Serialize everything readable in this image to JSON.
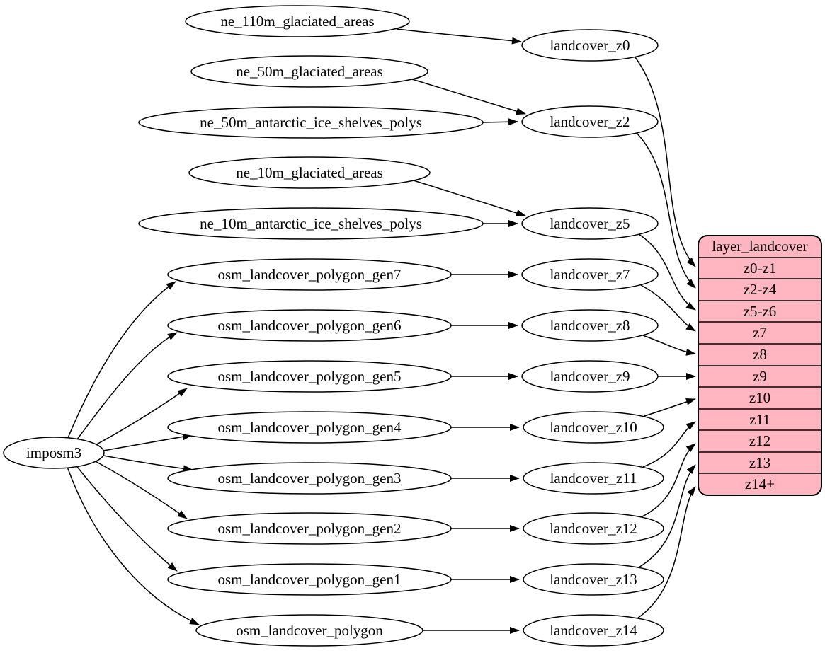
{
  "diagram_type": "dependency-graph",
  "colors": {
    "background": "#ffffff",
    "node_fill": "#ffffff",
    "node_stroke": "#000000",
    "edge": "#000000",
    "record_fill": "#ffb6c1",
    "text": "#000000"
  },
  "nodes": {
    "root": {
      "label": "imposm3"
    },
    "sources": [
      {
        "label": "ne_110m_glaciated_areas"
      },
      {
        "label": "ne_50m_glaciated_areas"
      },
      {
        "label": "ne_50m_antarctic_ice_shelves_polys"
      },
      {
        "label": "ne_10m_glaciated_areas"
      },
      {
        "label": "ne_10m_antarctic_ice_shelves_polys"
      },
      {
        "label": "osm_landcover_polygon_gen7"
      },
      {
        "label": "osm_landcover_polygon_gen6"
      },
      {
        "label": "osm_landcover_polygon_gen5"
      },
      {
        "label": "osm_landcover_polygon_gen4"
      },
      {
        "label": "osm_landcover_polygon_gen3"
      },
      {
        "label": "osm_landcover_polygon_gen2"
      },
      {
        "label": "osm_landcover_polygon_gen1"
      },
      {
        "label": "osm_landcover_polygon"
      }
    ],
    "intermediates": [
      {
        "label": "landcover_z0"
      },
      {
        "label": "landcover_z2"
      },
      {
        "label": "landcover_z5"
      },
      {
        "label": "landcover_z7"
      },
      {
        "label": "landcover_z8"
      },
      {
        "label": "landcover_z9"
      },
      {
        "label": "landcover_z10"
      },
      {
        "label": "landcover_z11"
      },
      {
        "label": "landcover_z12"
      },
      {
        "label": "landcover_z13"
      },
      {
        "label": "landcover_z14"
      }
    ],
    "record": {
      "title": "layer_landcover",
      "rows": [
        {
          "label": "z0-z1"
        },
        {
          "label": "z2-z4"
        },
        {
          "label": "z5-z6"
        },
        {
          "label": "z7"
        },
        {
          "label": "z8"
        },
        {
          "label": "z9"
        },
        {
          "label": "z10"
        },
        {
          "label": "z11"
        },
        {
          "label": "z12"
        },
        {
          "label": "z13"
        },
        {
          "label": "z14+"
        }
      ]
    }
  },
  "edges": [
    {
      "from": "imposm3",
      "to": "osm_landcover_polygon_gen7"
    },
    {
      "from": "imposm3",
      "to": "osm_landcover_polygon_gen6"
    },
    {
      "from": "imposm3",
      "to": "osm_landcover_polygon_gen5"
    },
    {
      "from": "imposm3",
      "to": "osm_landcover_polygon_gen4"
    },
    {
      "from": "imposm3",
      "to": "osm_landcover_polygon_gen3"
    },
    {
      "from": "imposm3",
      "to": "osm_landcover_polygon_gen2"
    },
    {
      "from": "imposm3",
      "to": "osm_landcover_polygon_gen1"
    },
    {
      "from": "imposm3",
      "to": "osm_landcover_polygon"
    },
    {
      "from": "ne_110m_glaciated_areas",
      "to": "landcover_z0"
    },
    {
      "from": "ne_50m_glaciated_areas",
      "to": "landcover_z2"
    },
    {
      "from": "ne_50m_antarctic_ice_shelves_polys",
      "to": "landcover_z2"
    },
    {
      "from": "ne_10m_glaciated_areas",
      "to": "landcover_z5"
    },
    {
      "from": "ne_10m_antarctic_ice_shelves_polys",
      "to": "landcover_z5"
    },
    {
      "from": "osm_landcover_polygon_gen7",
      "to": "landcover_z7"
    },
    {
      "from": "osm_landcover_polygon_gen6",
      "to": "landcover_z8"
    },
    {
      "from": "osm_landcover_polygon_gen5",
      "to": "landcover_z9"
    },
    {
      "from": "osm_landcover_polygon_gen4",
      "to": "landcover_z10"
    },
    {
      "from": "osm_landcover_polygon_gen3",
      "to": "landcover_z11"
    },
    {
      "from": "osm_landcover_polygon_gen2",
      "to": "landcover_z12"
    },
    {
      "from": "osm_landcover_polygon_gen1",
      "to": "landcover_z13"
    },
    {
      "from": "osm_landcover_polygon",
      "to": "landcover_z14"
    },
    {
      "from": "landcover_z0",
      "to": "layer_landcover:z0-z1"
    },
    {
      "from": "landcover_z2",
      "to": "layer_landcover:z2-z4"
    },
    {
      "from": "landcover_z5",
      "to": "layer_landcover:z5-z6"
    },
    {
      "from": "landcover_z7",
      "to": "layer_landcover:z7"
    },
    {
      "from": "landcover_z8",
      "to": "layer_landcover:z8"
    },
    {
      "from": "landcover_z9",
      "to": "layer_landcover:z9"
    },
    {
      "from": "landcover_z10",
      "to": "layer_landcover:z10"
    },
    {
      "from": "landcover_z11",
      "to": "layer_landcover:z11"
    },
    {
      "from": "landcover_z12",
      "to": "layer_landcover:z12"
    },
    {
      "from": "landcover_z13",
      "to": "layer_landcover:z13"
    },
    {
      "from": "landcover_z14",
      "to": "layer_landcover:z14+"
    }
  ]
}
